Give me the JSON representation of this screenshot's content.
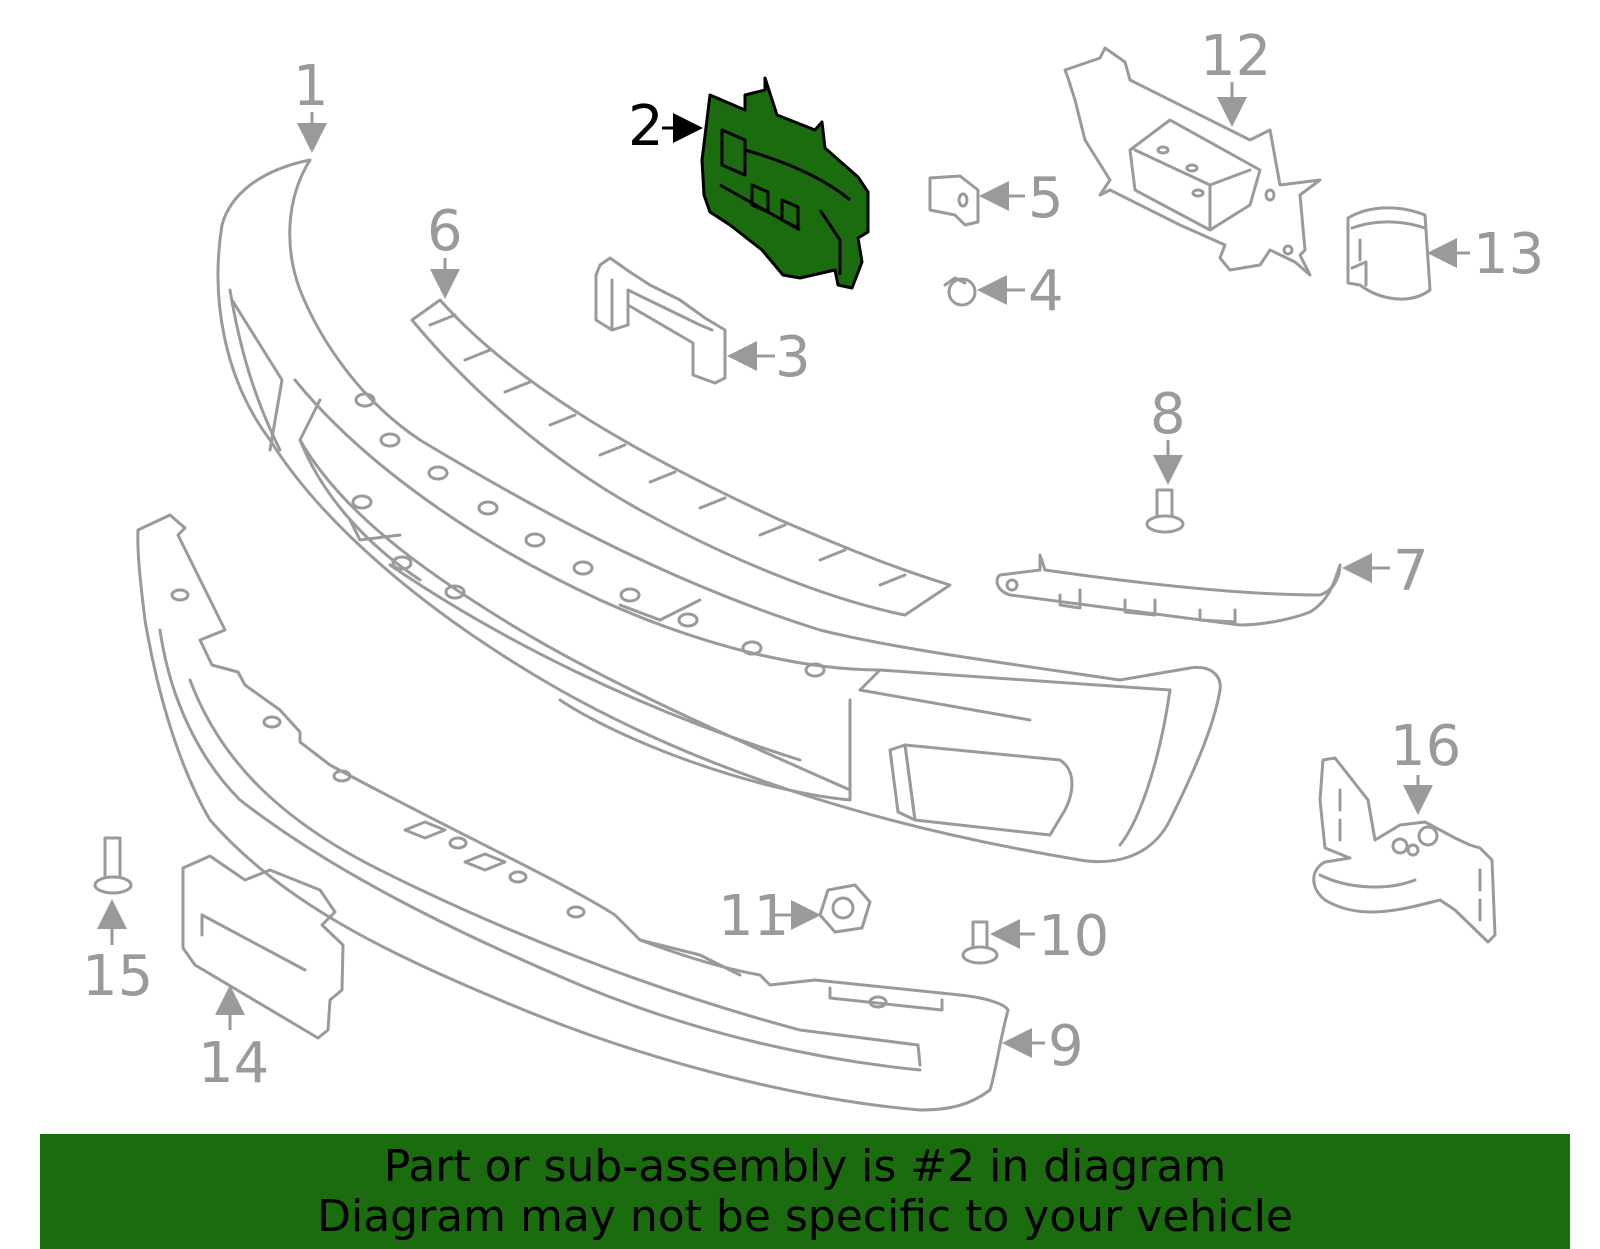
{
  "colors": {
    "highlight_fill": "#1b6b0f",
    "line": "#9a9a9a",
    "footer_bg": "#1b6b0f"
  },
  "callouts": {
    "c1": "1",
    "c2": "2",
    "c3": "3",
    "c4": "4",
    "c5": "5",
    "c6": "6",
    "c7": "7",
    "c8": "8",
    "c9": "9",
    "c10": "10",
    "c11": "11",
    "c12": "12",
    "c13": "13",
    "c14": "14",
    "c15": "15",
    "c16": "16"
  },
  "highlighted_part": "2",
  "footer": {
    "line1": "Part or sub-assembly is #2 in diagram",
    "line2": "Diagram may not be specific to your vehicle"
  }
}
